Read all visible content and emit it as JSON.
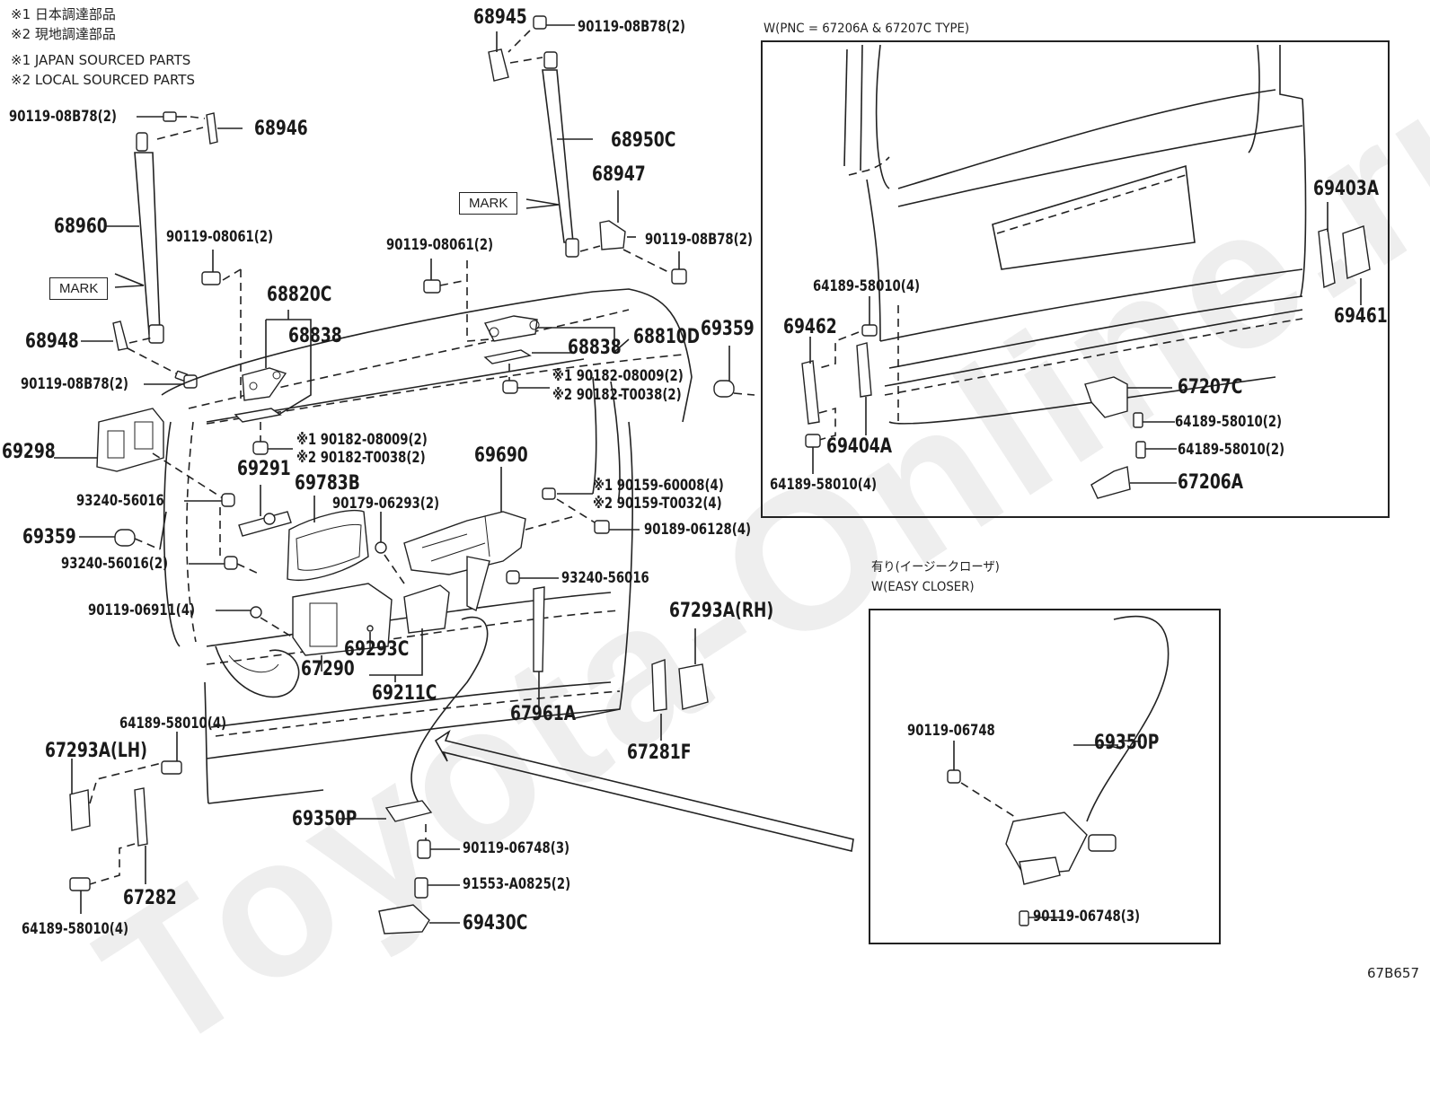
{
  "notes": {
    "jp1": "※1 日本調達部品",
    "jp2": "※2 現地調達部品",
    "en1": "※1 JAPAN SOURCED PARTS",
    "en2": "※2 LOCAL SOURCED PARTS"
  },
  "watermark": "Toyota-Online.ru",
  "mark_label": "MARK",
  "inset_type": {
    "title": "W(PNC = 67206A & 67207C TYPE)",
    "labels": {
      "p69403A": "69403A",
      "p69461": "69461",
      "p64189_4a": "64189-58010(4)",
      "p69462": "69462",
      "p69404A": "69404A",
      "p64189_4b": "64189-58010(4)",
      "p67207C": "67207C",
      "p64189_2a": "64189-58010(2)",
      "p64189_2b": "64189-58010(2)",
      "p67206A": "67206A"
    }
  },
  "inset_closer": {
    "title_jp": "有り(イージークローザ)",
    "title_en": "W(EASY CLOSER)",
    "labels": {
      "p90119_06748": "90119-06748",
      "p69350P": "69350P",
      "p90119_06748_3": "90119-06748(3)"
    }
  },
  "main_labels": {
    "p68945": "68945",
    "p90119_08B78_top": "90119-08B78(2)",
    "p90119_08B78_left": "90119-08B78(2)",
    "p68946": "68946",
    "p68950C": "68950C",
    "p68947": "68947",
    "p68960": "68960",
    "p90119_08061_left": "90119-08061(2)",
    "p90119_08061_mid": "90119-08061(2)",
    "p90119_08B78_right": "90119-08B78(2)",
    "p68820C": "68820C",
    "p68838_left": "68838",
    "p68838_right": "68838",
    "p68810D": "68810D",
    "p69359_right": "69359",
    "p68948": "68948",
    "p90119_08B78_low": "90119-08B78(2)",
    "p90182_08009_r": "※1 90182-08009(2)",
    "p90182_T0038_r": "※2 90182-T0038(2)",
    "p69298": "69298",
    "p90182_08009_l": "※1 90182-08009(2)",
    "p90182_T0038_l": "※2 90182-T0038(2)",
    "p69291": "69291",
    "p69690": "69690",
    "p69783B": "69783B",
    "p90179_06293": "90179-06293(2)",
    "p93240_56016_a": "93240-56016",
    "p90159_60008": "※1 90159-60008(4)",
    "p90159_T0032": "※2 90159-T0032(4)",
    "p69359_left": "69359",
    "p90189_06128": "90189-06128(4)",
    "p93240_56016_2": "93240-56016(2)",
    "p93240_56016_b": "93240-56016",
    "p67293A_RH": "67293A(RH)",
    "p90119_06911": "90119-06911(4)",
    "p69293C": "69293C",
    "p67290": "67290",
    "p69211C": "69211C",
    "p67961A": "67961A",
    "p64189_58010_top": "64189-58010(4)",
    "p67293A_LH": "67293A(LH)",
    "p67281F": "67281F",
    "p69350P": "69350P",
    "p90119_06748_3": "90119-06748(3)",
    "p91553_A0825": "91553-A0825(2)",
    "p67282": "67282",
    "p64189_58010_bot": "64189-58010(4)",
    "p69430C": "69430C"
  },
  "figure_code": "67B657"
}
